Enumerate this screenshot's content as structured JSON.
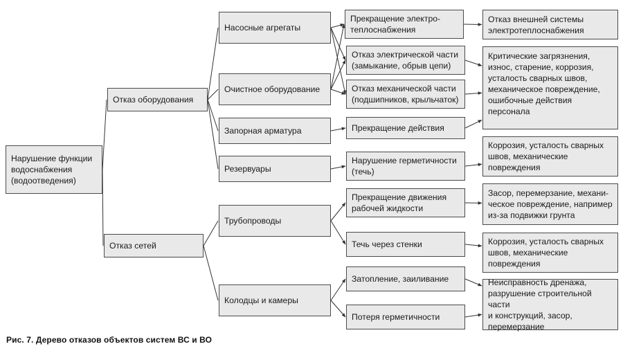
{
  "nodes": {
    "root": "Нарушение функции\nводоснабжения\n(водоотведения)",
    "equipment": "Отказ оборудования",
    "networks": "Отказ сетей",
    "pumps": "Насосные агрегаты",
    "treatment": "Очистное оборудование",
    "valves": "Запорная арматура",
    "tanks": "Резервуары",
    "pipes": "Трубопроводы",
    "wells": "Колодцы и камеры",
    "power_stop": "Прекращение электро-\nтеплоснабжения",
    "electric_fail": "Отказ электрической части\n(замыкание, обрыв цепи)",
    "mech_fail": "Отказ механической части\n(подшипников, крыльчаток)",
    "action_stop": "Прекращение действия",
    "leak_tank": "Нарушение герметичности\n(течь)",
    "flow_stop": "Прекращение движения\nрабочей жидкости",
    "wall_leak": "Течь через стенки",
    "flooding": "Затопление, заиливание",
    "seal_loss": "Потеря герметичности",
    "ext_system": "Отказ внешней системы\nэлектротеплоснабжения",
    "critical": "Критические загрязнения,\nизнос, старение, коррозия,\nусталость сварных швов,\nмеханическое повреждение,\nошибочные действия персонала",
    "corrosion1": "Коррозия, усталость сварных\nшвов, механические\nповреждения",
    "blockage": "Засор, перемерзание, механи-\nческое повреждение, например\nиз-за подвижки грунта",
    "corrosion2": "Коррозия, усталость сварных\nшвов, механические\nповреждения",
    "drainage": "Неисправность дренажа,\nразрушение строительной части\nи конструкций, засор,\nперемерзание"
  },
  "caption": "Рис. 7. Дерево отказов объектов систем ВС и ВО",
  "colors": {
    "box_fill": "#e9e9e9",
    "box_border": "#4a4a4a",
    "line": "#333333"
  }
}
